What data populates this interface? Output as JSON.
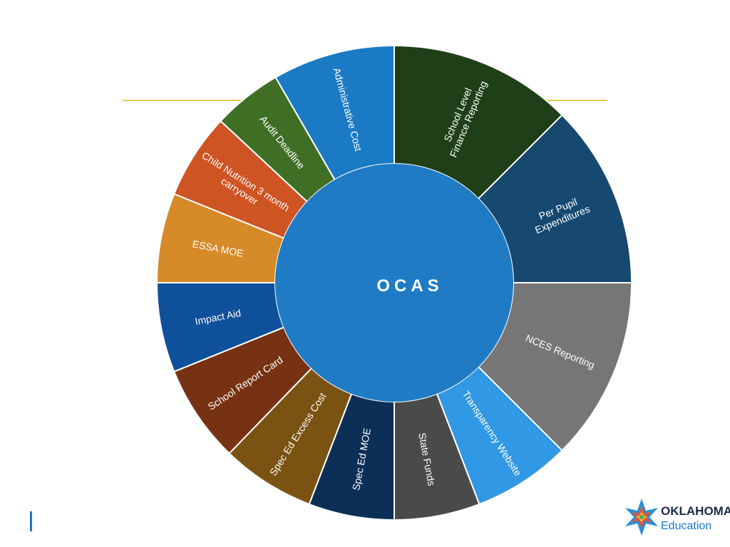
{
  "center": {
    "label": "OCAS",
    "color": "#1f7cc4"
  },
  "segments": [
    {
      "label": "Administrative Cost",
      "color": "#1a7ac3"
    },
    {
      "label": "School Level Finance Reporting",
      "color": "#1e3f17"
    },
    {
      "label": "Per Pupil Expenditures",
      "color": "#164870"
    },
    {
      "label": "NCES Reporting",
      "color": "#767676"
    },
    {
      "label": "Transparency Website",
      "color": "#3098e4"
    },
    {
      "label": "State Funds",
      "color": "#4a4a4a"
    },
    {
      "label": "Spec Ed MOE",
      "color": "#0c2f57"
    },
    {
      "label": "Spec Ed Excess Cost",
      "color": "#7a5212"
    },
    {
      "label": "School Report Card",
      "color": "#763212"
    },
    {
      "label": "Impact Aid",
      "color": "#0f509a"
    },
    {
      "label": "ESSA MOE",
      "color": "#d78a28"
    },
    {
      "label": "Child Nutrition 3 month carryover",
      "color": "#cf5423"
    },
    {
      "label": "Audit Deadline",
      "color": "#3f6f25"
    }
  ],
  "decor": {
    "rule_color": "#e7c84a",
    "accent_bar_color": "#1b78c8"
  },
  "logo": {
    "line1": "OKLAHOMA",
    "line2": "Education"
  }
}
